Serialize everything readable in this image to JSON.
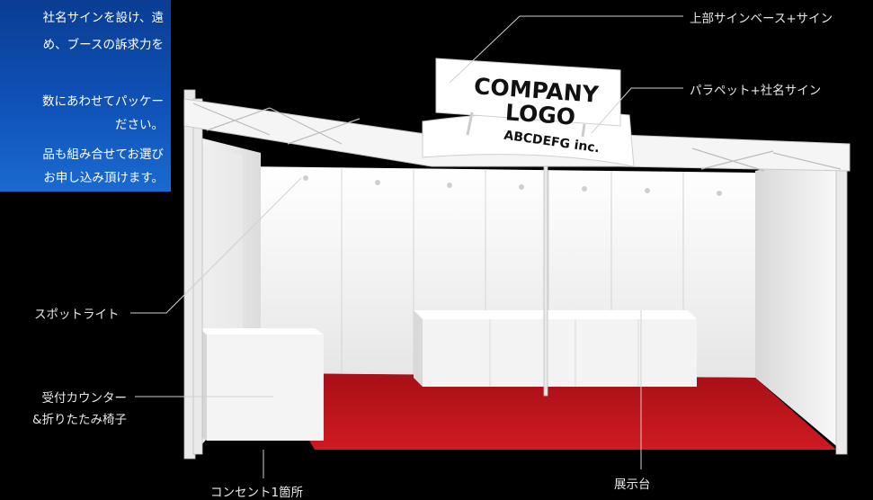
{
  "info_box": {
    "lines": [
      "社名サインを設け、遠",
      "め、ブースの訴求力を",
      "数にあわせてパッケー",
      "ださい。",
      "品も組み合せてお選び",
      "お申し込み頂けます。"
    ]
  },
  "sign": {
    "company": "COMPANY",
    "logo": "LOGO",
    "parapet": "ABCDEFG inc."
  },
  "labels": {
    "top_sign": "上部サインベース+サイン",
    "parapet": "パラペット+社名サイン",
    "spotlight": "スポットライト",
    "counter_line1": "受付カウンター",
    "counter_line2": "&折りたたみ椅子",
    "display_stand": "展示台",
    "outlet": "コンセント1箇所"
  },
  "colors": {
    "background": "#000000",
    "info_box": "#0f52b8",
    "carpet": "#c0141c",
    "panel": "#f2f2f2"
  }
}
